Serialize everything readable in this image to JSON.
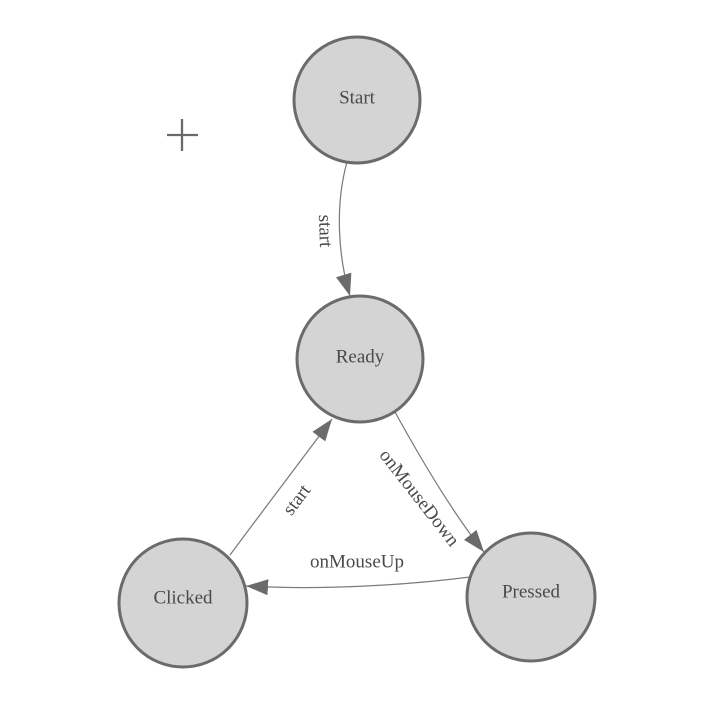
{
  "diagram": {
    "kind": "state-machine",
    "nodes": [
      {
        "label": "Start"
      },
      {
        "label": "Ready"
      },
      {
        "label": "Clicked"
      },
      {
        "label": "Pressed"
      }
    ],
    "edges": [
      {
        "from": "Start",
        "to": "Ready",
        "label": "start"
      },
      {
        "from": "Ready",
        "to": "Pressed",
        "label": "onMouseDown"
      },
      {
        "from": "Pressed",
        "to": "Clicked",
        "label": "onMouseUp"
      },
      {
        "from": "Clicked",
        "to": "Ready",
        "label": "start"
      }
    ]
  },
  "icons": {
    "crosshair": "+"
  },
  "colors": {
    "canvas_bg": "#ffffff",
    "node_fill": "#d4d4d4",
    "node_stroke": "#6b6b6b",
    "node_text": "#494949",
    "edge_stroke": "#7b7b7b",
    "edge_text": "#494949",
    "arrow_fill": "#6b6b6b",
    "crosshair_color": "#6a6a6a"
  }
}
